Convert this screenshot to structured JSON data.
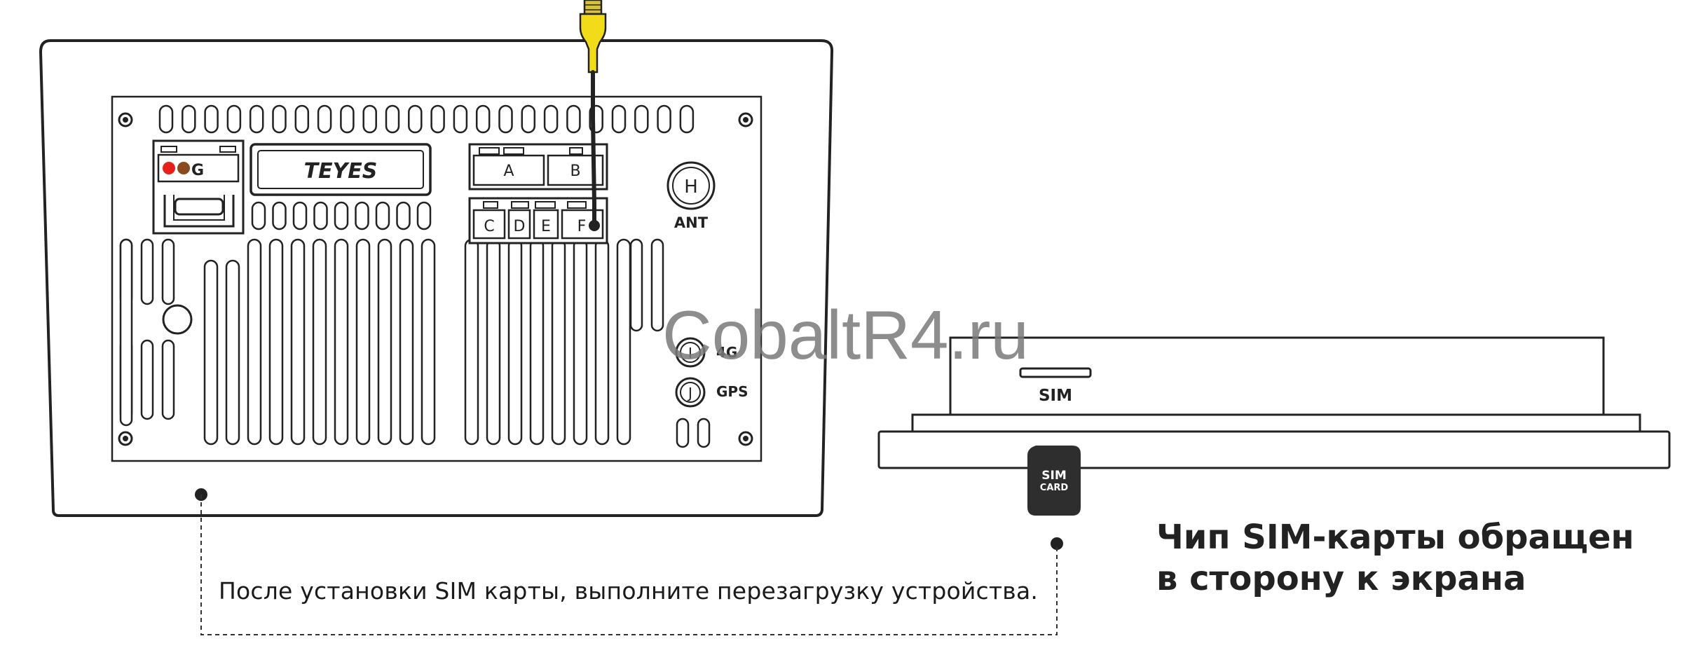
{
  "brand": "TEYES",
  "connector_labels": {
    "a": "A",
    "b": "B",
    "c": "C",
    "d": "D",
    "e": "E",
    "f": "F",
    "g": "G"
  },
  "antenna": {
    "h_letter": "H",
    "h_label": "ANT",
    "i_letter": "I",
    "i_label": "4G",
    "j_letter": "J",
    "j_label": "GPS"
  },
  "sim_slot_label": "SIM",
  "sim_card_label_line1": "SIM",
  "sim_card_label_line2": "CARD",
  "watermark": "CobaltR4.ru",
  "note": "После установки SIM карты, выполните перезагрузку устройства.",
  "sim_heading_line1": "Чип SIM-карты обращен",
  "sim_heading_line2": "в сторону к экрана",
  "colors": {
    "stroke": "#222222",
    "cable_yellow": "#f2dc1a",
    "led_red": "#e8201c",
    "led_brown": "#8a4a1c",
    "sim_card": "#2e2e2e"
  }
}
